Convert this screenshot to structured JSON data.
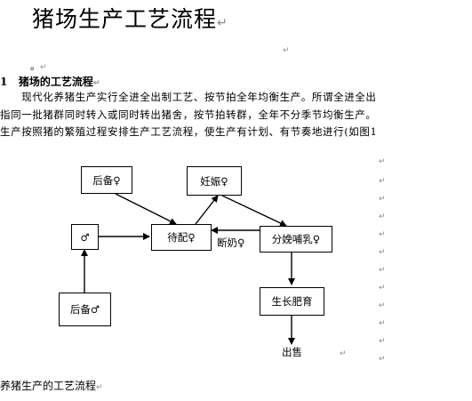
{
  "doc": {
    "title": "猪场生产工艺流程",
    "bullet_dot": "。",
    "section_number": "1",
    "section_title": "猪场的工艺流程",
    "paragraph_lines": [
      "　　现代化养猪生产实行全进全出制工艺、按节拍全年均衡生产。所谓全进全出",
      "指同一批猪群同时转入或同时转出猪舍，按节拍转群，全年不分季节均衡生产。",
      "生产按照猪的繁殖过程安排生产工艺流程，使生产有计划、有节奏地进行(如图1"
    ],
    "caption": "养猪生产的工艺流程",
    "return_mark": "↵"
  },
  "flow": {
    "gilt_female": "后备♀",
    "pregnant": "妊娠♀",
    "boar": "♂",
    "mating": "待配♀",
    "weaning": "断奶♀",
    "farrowing": "分娩哺乳♀",
    "gilt_male": "后备♂",
    "growing": "生长肥育",
    "sale": "出售"
  }
}
